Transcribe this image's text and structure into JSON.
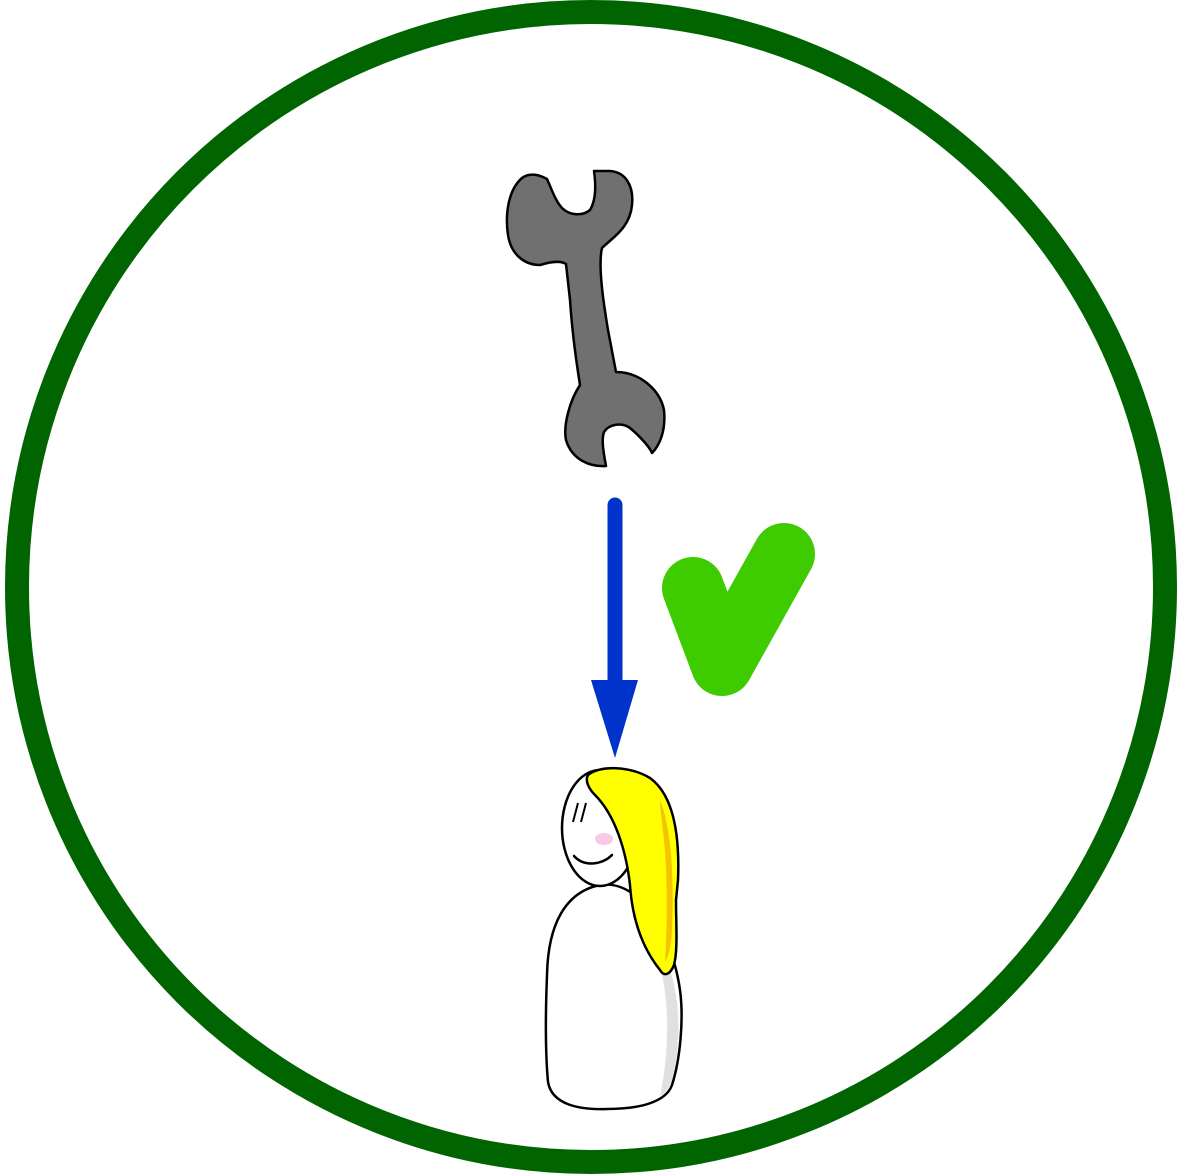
{
  "diagram": {
    "frame_shape": "circle",
    "icons": [
      {
        "id": "wrench",
        "name": "wrench-icon"
      },
      {
        "id": "arrow",
        "name": "down-arrow-icon"
      },
      {
        "id": "check",
        "name": "checkmark-icon"
      },
      {
        "id": "person",
        "name": "person-figure"
      }
    ],
    "colors": {
      "frame": "#006400",
      "background": "#ffffff",
      "wrench_fill": "#707070",
      "outline": "#000000",
      "arrow": "#0033cc",
      "checkmark": "#3ecc00",
      "hair": "#ffff00",
      "hair_shade": "#f5c400",
      "cheek": "#f7c9e4",
      "body_fill": "#ffffff",
      "body_shade": "#e0e0e0"
    }
  }
}
